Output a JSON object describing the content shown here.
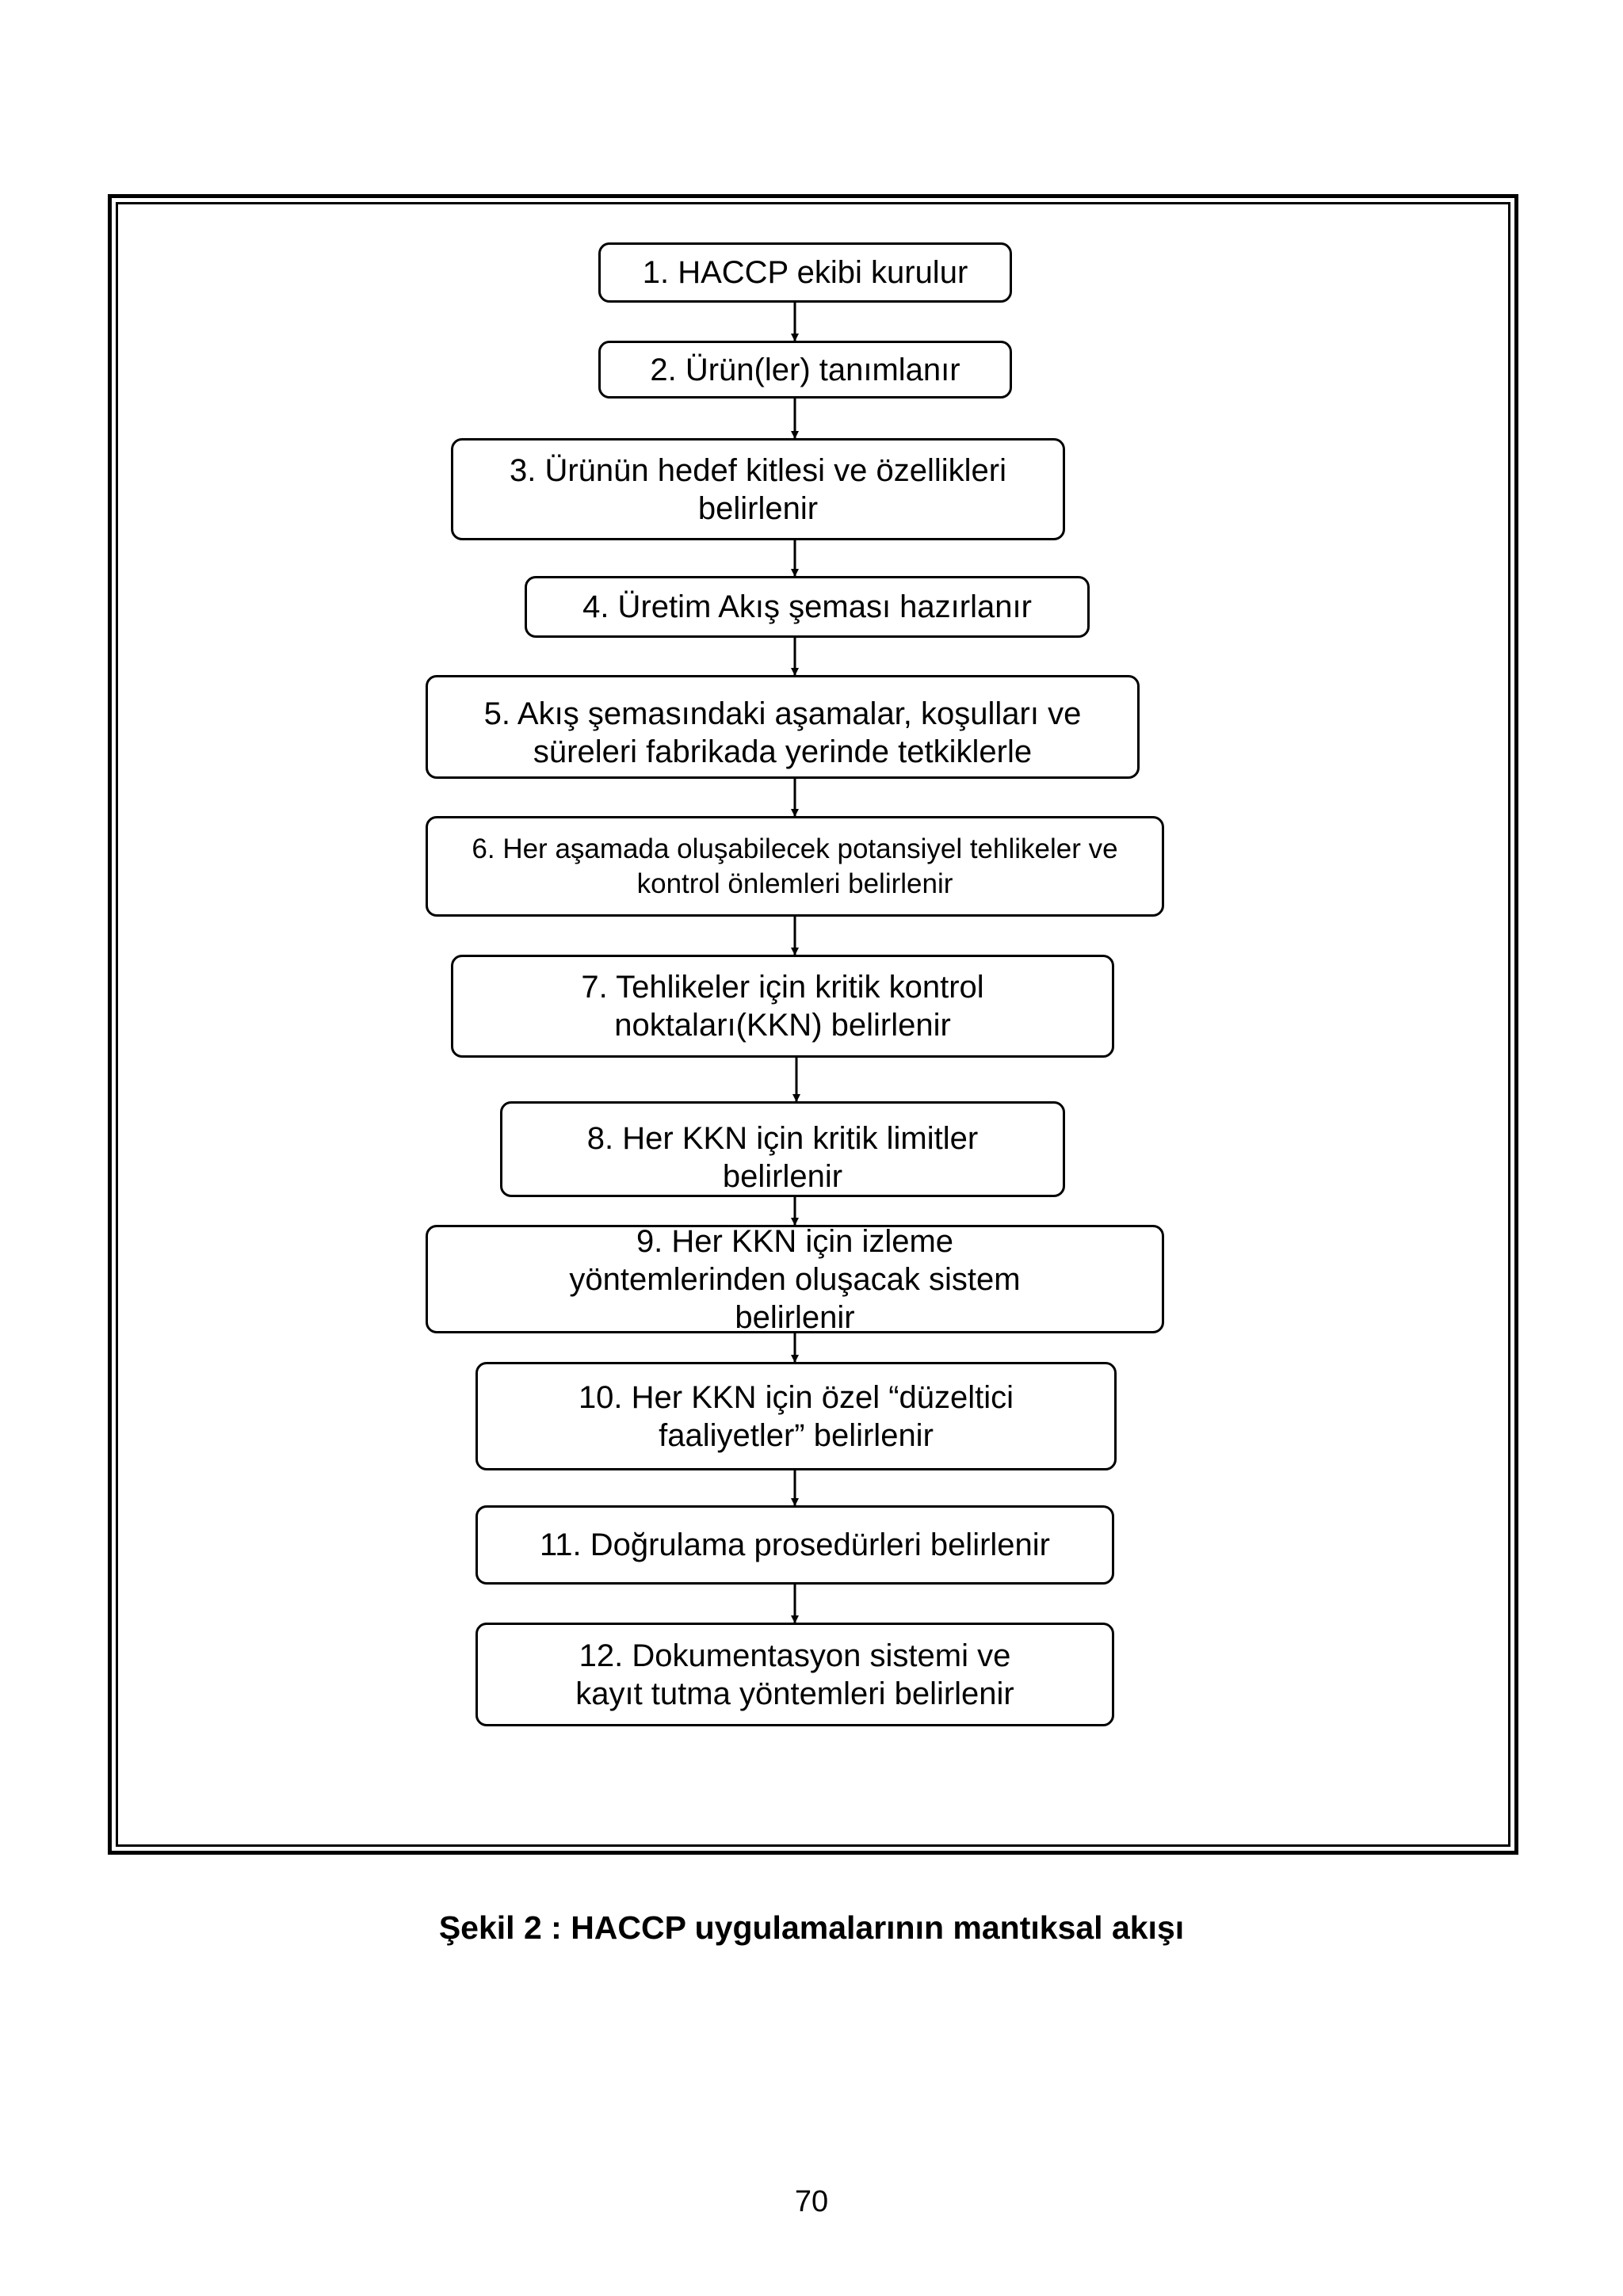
{
  "flowchart": {
    "steps": [
      "1. HACCP ekibi kurulur",
      "2. Ürün(ler) tanımlanır",
      "3. Ürünün hedef kitlesi ve özellikleri belirlenir",
      "4. Üretim Akış şeması hazırlanır",
      "5. Akış şemasındaki aşamalar, koşulları ve süreleri fabrikada yerinde tetkiklerle",
      "6. Her aşamada oluşabilecek potansiyel tehlikeler ve kontrol önlemleri belirlenir",
      "7. Tehlikeler için kritik kontrol noktaları(KKN) belirlenir",
      "8. Her KKN için kritik limitler belirlenir",
      "9. Her KKN için izleme yöntemlerinden oluşacak sistem belirlenir",
      "10. Her KKN için özel “düzeltici faaliyetler” belirlenir",
      "11. Doğrulama prosedürleri belirlenir",
      "12. Dokumentasyon sistemi ve kayıt tutma yöntemleri belirlenir"
    ]
  },
  "caption": "Şekil 2 : HACCP uygulamalarının mantıksal akışı",
  "page_number": "70"
}
